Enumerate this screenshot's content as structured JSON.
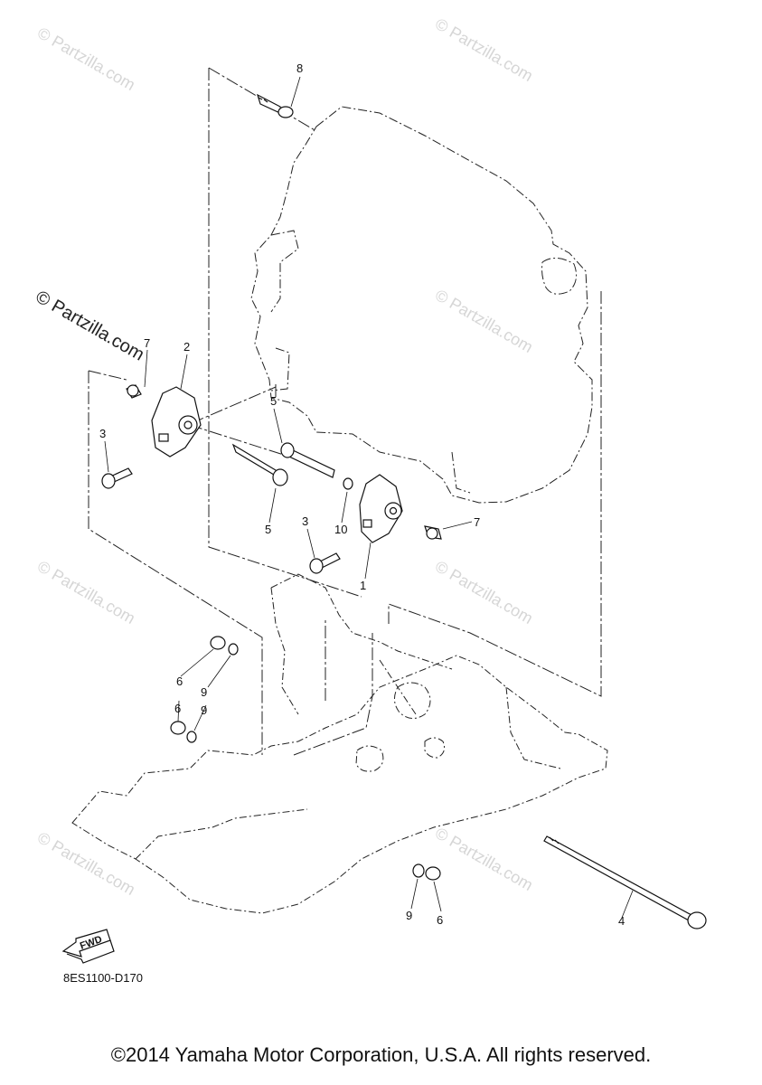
{
  "watermark": {
    "text": "© Partzilla.com",
    "large_text": "© Partzilla.com"
  },
  "callouts": [
    "8",
    "2",
    "7",
    "3",
    "5",
    "5",
    "10",
    "3",
    "1",
    "7",
    "6",
    "9",
    "6",
    "9",
    "9",
    "6",
    "4"
  ],
  "fwd": {
    "label": "FWD"
  },
  "diagram_code": "8ES1100-D170",
  "copyright": "©2014 Yamaha Motor Corporation, U.S.A. All rights reserved."
}
